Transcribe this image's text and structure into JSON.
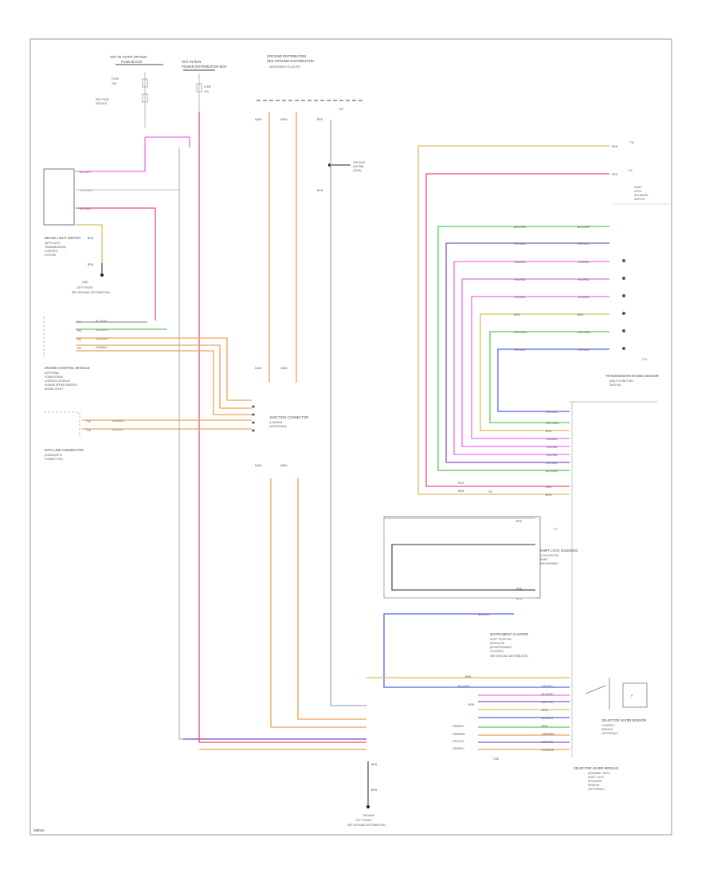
{
  "diagram_id": "W6024",
  "frame": {
    "border_color": "#9a9a9a"
  },
  "colors": {
    "red": "#f0506e",
    "pink": "#f06cf0",
    "violet": "#8855cc",
    "orange": "#f0a050",
    "yellow": "#d8c060",
    "green": "#55cc55",
    "blue": "#5566ee",
    "gray": "#aaaaaa",
    "brown": "#9a7a40",
    "black": "#222222"
  },
  "labels": {
    "hot_at_all_times_fuse": "HOT IN START OR RUN",
    "fuse_panel_top_left": "FUSE BLOCK",
    "power_dist_box": "POWER DISTRIBUTION BOX",
    "hot_in_run": "HOT IN RUN",
    "left_ground_dist": "GROUND DISTRIBUTION",
    "ground_dist_sub": "SEE GROUND DISTRIBUTION",
    "brake_pedal_switch": "BRAKE LIGHT SWITCH",
    "engine_control_module": "ENGINE CONTROL MODULE",
    "data_link_connector": "DATA LINK CONNECTOR",
    "junction_connector": "JUNCTION CONNECTOR",
    "transmission_range_sensor": "TRANSMISSION RANGE SENSOR",
    "shift_lock_solenoid": "SHIFT LOCK SOLENOID",
    "selector_lever_module": "SELECTOR LEVER MODULE",
    "selector_lever_sensor": "SELECTOR LEVER SENSOR",
    "ground_bottom": "GROUND",
    "ground_bottom_sub": "SEE GROUND DISTRIBUTION",
    "see_ground": "SEE GROUND DISTRIBUTION",
    "instrument_cluster": "INSTRUMENT CLUSTER"
  }
}
